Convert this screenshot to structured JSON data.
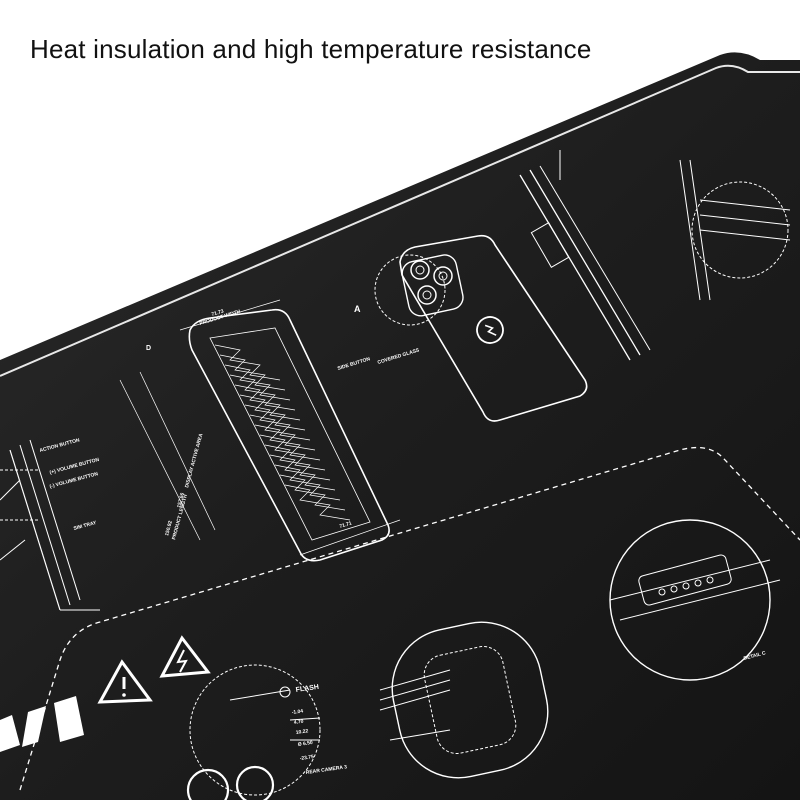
{
  "headline": "Heat insulation and high temperature resistance",
  "colors": {
    "mat": "#1c1c1c",
    "line": "#ffffff",
    "background": "#ffffff",
    "headline": "#111111"
  },
  "mat_labels": {
    "action_button": "ACTION BUTTON",
    "volume_up": "(+) VOLUME BUTTON",
    "volume_down": "(-) VOLUME BUTTON",
    "sim_tray": "SIM TRAY",
    "flash": "FLASH",
    "rear_camera": "REAR CAMERA 3",
    "detail_c": "DETAIL C",
    "product_width": "PRODUCT WIDTH",
    "product_length": "PRODUCT LENGTH",
    "display_active_area": "DISPLAY ACTIVE AREA",
    "side_button": "SIDE BUTTON",
    "covered_glass": "COVERED GLASS",
    "marker_a": "A",
    "marker_d": "D",
    "dim_width": "71.73",
    "dim_glass": "71.71",
    "dim_length": "150.92",
    "dim_display": "157.66",
    "dim_camera": "Ø 6.50",
    "dim_rear": "-23.75",
    "dim_small": "-1.04",
    "dim_470": "4.70",
    "dim_1022": "10.22"
  },
  "icons": [
    "warning-triangle-icon",
    "lightning-triangle-icon",
    "wireless-charging-icon",
    "brand-logo-icon"
  ]
}
